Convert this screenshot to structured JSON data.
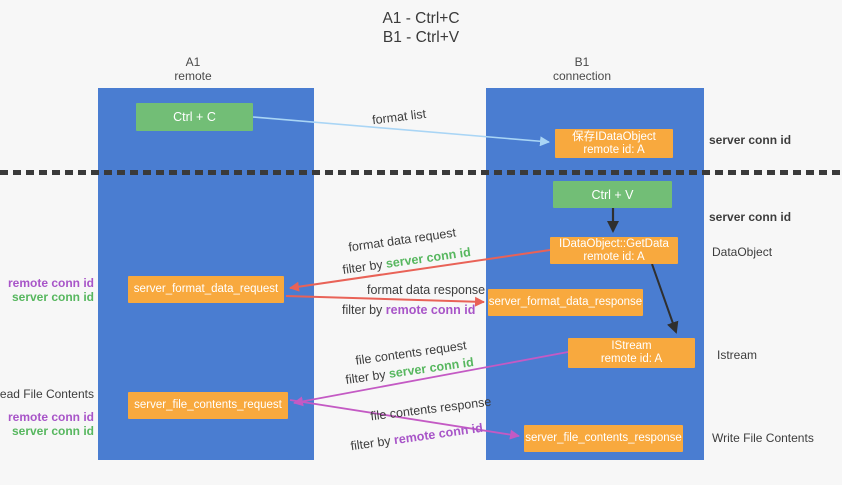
{
  "title": {
    "line1": "A1 - Ctrl+C",
    "line2": "B1 - Ctrl+V"
  },
  "columns": {
    "a": {
      "title": "A1",
      "subtitle": "remote"
    },
    "b": {
      "title": "B1",
      "subtitle": "connection"
    }
  },
  "nodes": {
    "ctrl_c": {
      "label": "Ctrl + C"
    },
    "ctrl_v": {
      "label": "Ctrl + V"
    },
    "save_idataobject": {
      "line1": "保存IDataObject",
      "line2": "remote id: A"
    },
    "getdata": {
      "line1": "IDataObject::GetData",
      "line2": "remote id: A"
    },
    "istream": {
      "line1": "IStream",
      "line2": "remote id: A"
    },
    "format_request": {
      "label": "server_format_data_request"
    },
    "format_response": {
      "label": "server_format_data_response"
    },
    "file_request": {
      "label": "server_file_contents_request"
    },
    "file_response": {
      "label": "server_file_contents_response"
    }
  },
  "messages": {
    "format_list": "format list",
    "format_request": {
      "name": "format data request",
      "filter_prefix": "filter by ",
      "filter_key": "server conn id"
    },
    "format_response": {
      "name": "format data response",
      "filter_prefix": "filter by ",
      "filter_key": "remote conn id"
    },
    "file_request": {
      "name": "file contents request",
      "filter_prefix": "filter by ",
      "filter_key": "server conn id"
    },
    "file_response": {
      "name": "file contents response",
      "filter_prefix": "filter by ",
      "filter_key": "remote conn id"
    }
  },
  "side_labels": {
    "left_format": {
      "remote": "remote conn id",
      "server": "server conn id"
    },
    "left_file": {
      "title": "Read File Contents",
      "remote": "remote conn id",
      "server": "server conn id"
    },
    "right_top": "server conn id",
    "right_mid": "server conn id",
    "right_dataobject": "DataObject",
    "right_istream": "Istream",
    "right_write": "Write File Contents"
  },
  "colors": {
    "column_blue": "#4a7dd1",
    "box_green": "#72be76",
    "box_orange": "#f8a93e",
    "text_green": "#57b75f",
    "text_purple": "#a855c8",
    "arrow_red": "#e96257",
    "arrow_magenta": "#c45ac4",
    "arrow_light_blue": "#a9d5f5",
    "arrow_black": "#2f2f2f"
  }
}
